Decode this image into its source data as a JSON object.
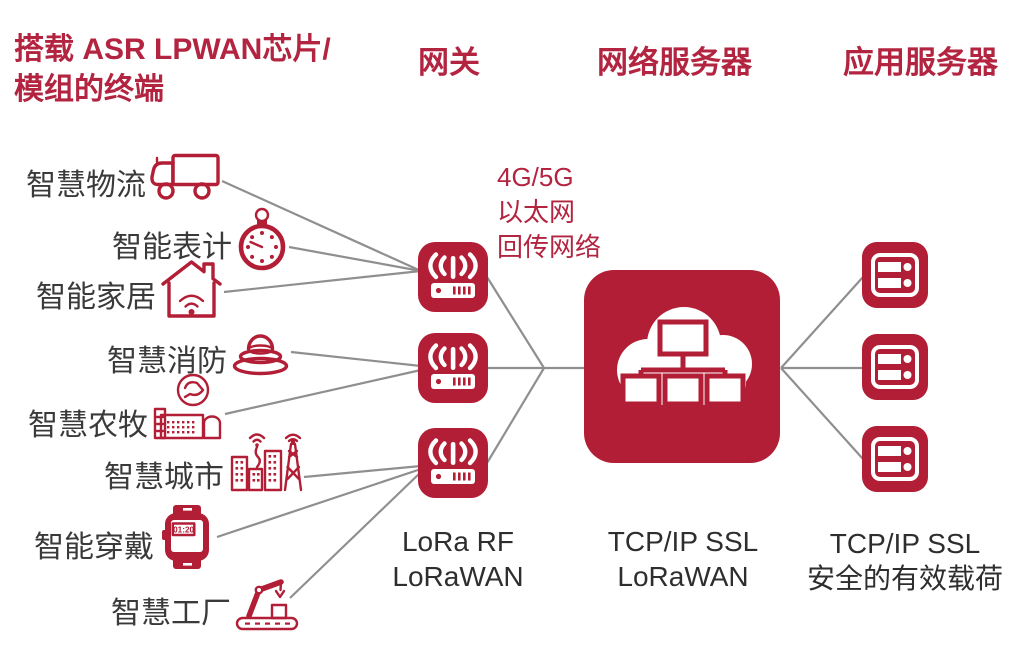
{
  "title": {
    "line1": "搭载 ASR LPWAN芯片/",
    "line2": "模组的终端"
  },
  "columns": {
    "gateway": "网关",
    "network_server": "网络服务器",
    "app_server": "应用服务器"
  },
  "devices": [
    {
      "label": "智慧物流",
      "icon": "truck-icon"
    },
    {
      "label": "智能表计",
      "icon": "meter-stopwatch-icon"
    },
    {
      "label": "智能家居",
      "icon": "smart-home-icon"
    },
    {
      "label": "智慧消防",
      "icon": "fire-alarm-icon"
    },
    {
      "label": "智慧农牧",
      "icon": "agriculture-icon"
    },
    {
      "label": "智慧城市",
      "icon": "smart-city-icon"
    },
    {
      "label": "智能穿戴",
      "icon": "smartwatch-icon"
    },
    {
      "label": "智慧工厂",
      "icon": "factory-icon"
    }
  ],
  "smartwatch_time": "01:20",
  "backhaul_label": {
    "line1": "4G/5G",
    "line2": "以太网",
    "line3": "回传网络"
  },
  "captions": {
    "gateway": {
      "line1": "LoRa RF",
      "line2": "LoRaWAN"
    },
    "network_server": {
      "line1": "TCP/IP SSL",
      "line2": "LoRaWAN"
    },
    "app_server": {
      "line1": "TCP/IP SSL",
      "line2": "安全的有效载荷"
    }
  },
  "colors": {
    "brand_red": "#b21e35",
    "line_gray": "#8f8f8f",
    "label_dark": "#3a3a3a"
  }
}
